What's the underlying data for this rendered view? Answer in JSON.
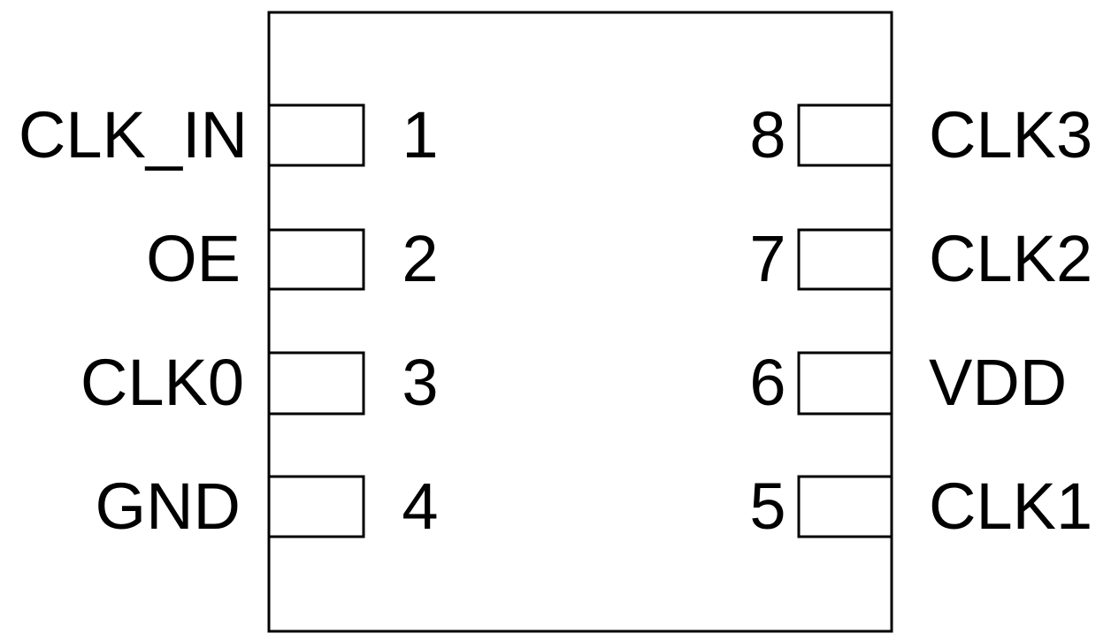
{
  "left_pins": [
    {
      "number": "1",
      "name": "CLK_IN"
    },
    {
      "number": "2",
      "name": "OE"
    },
    {
      "number": "3",
      "name": "CLK0"
    },
    {
      "number": "4",
      "name": "GND"
    }
  ],
  "right_pins": [
    {
      "number": "8",
      "name": "CLK3"
    },
    {
      "number": "7",
      "name": "CLK2"
    },
    {
      "number": "6",
      "name": "VDD"
    },
    {
      "number": "5",
      "name": "CLK1"
    }
  ]
}
